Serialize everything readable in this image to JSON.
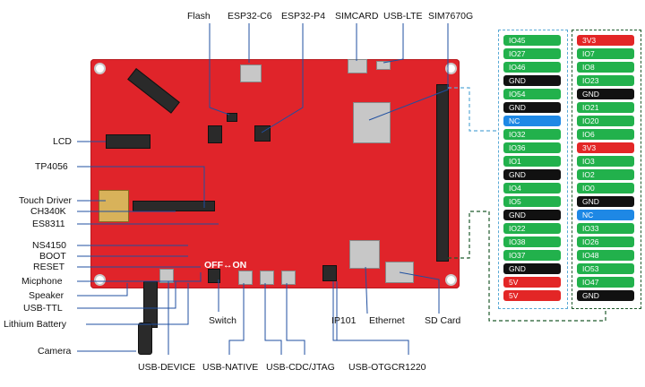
{
  "labels": {
    "top": [
      "Flash",
      "ESP32-C6",
      "ESP32-P4",
      "SIMCARD",
      "USB-LTE",
      "SIM7670G"
    ],
    "left": [
      "LCD",
      "TP4056",
      "Touch Driver",
      "CH340K",
      "ES8311",
      "NS4150",
      "BOOT",
      "RESET",
      "Micphone",
      "Speaker",
      "USB-TTL",
      "Lithium Battery",
      "Camera"
    ],
    "bottom": [
      "USB-DEVICE",
      "USB-NATIVE",
      "USB-CDC/JTAG",
      "USB-OTG",
      "CR1220"
    ],
    "inner": {
      "switch": "Switch",
      "ip101": "IP101",
      "ethernet": "Ethernet",
      "sdcard": "SD Card",
      "off_on": "OFF↔ON"
    }
  },
  "colors": {
    "board": "#e0242a",
    "io": "#22b14c",
    "gnd": "#111111",
    "power": "#e32626",
    "nc": "#1e88e5",
    "left_panel_border": "#5aa9d6",
    "right_panel_border": "#1f5a2c"
  },
  "pins_left": [
    {
      "label": "IO45",
      "type": "io"
    },
    {
      "label": "IO27",
      "type": "io"
    },
    {
      "label": "IO46",
      "type": "io"
    },
    {
      "label": "GND",
      "type": "gnd"
    },
    {
      "label": "IO54",
      "type": "io"
    },
    {
      "label": "GND",
      "type": "gnd"
    },
    {
      "label": "NC",
      "type": "nc"
    },
    {
      "label": "IO32",
      "type": "io"
    },
    {
      "label": "IO36",
      "type": "io"
    },
    {
      "label": "IO1",
      "type": "io"
    },
    {
      "label": "GND",
      "type": "gnd"
    },
    {
      "label": "IO4",
      "type": "io"
    },
    {
      "label": "IO5",
      "type": "io"
    },
    {
      "label": "GND",
      "type": "gnd"
    },
    {
      "label": "IO22",
      "type": "io"
    },
    {
      "label": "IO38",
      "type": "io"
    },
    {
      "label": "IO37",
      "type": "io"
    },
    {
      "label": "GND",
      "type": "gnd"
    },
    {
      "label": "5V",
      "type": "power"
    },
    {
      "label": "5V",
      "type": "power"
    }
  ],
  "pins_right": [
    {
      "label": "3V3",
      "type": "power"
    },
    {
      "label": "IO7",
      "type": "io"
    },
    {
      "label": "IO8",
      "type": "io"
    },
    {
      "label": "IO23",
      "type": "io"
    },
    {
      "label": "GND",
      "type": "gnd"
    },
    {
      "label": "IO21",
      "type": "io"
    },
    {
      "label": "IO20",
      "type": "io"
    },
    {
      "label": "IO6",
      "type": "io"
    },
    {
      "label": "3V3",
      "type": "power"
    },
    {
      "label": "IO3",
      "type": "io"
    },
    {
      "label": "IO2",
      "type": "io"
    },
    {
      "label": "IO0",
      "type": "io"
    },
    {
      "label": "GND",
      "type": "gnd"
    },
    {
      "label": "NC",
      "type": "nc"
    },
    {
      "label": "IO33",
      "type": "io"
    },
    {
      "label": "IO26",
      "type": "io"
    },
    {
      "label": "IO48",
      "type": "io"
    },
    {
      "label": "IO53",
      "type": "io"
    },
    {
      "label": "IO47",
      "type": "io"
    },
    {
      "label": "GND",
      "type": "gnd"
    }
  ]
}
